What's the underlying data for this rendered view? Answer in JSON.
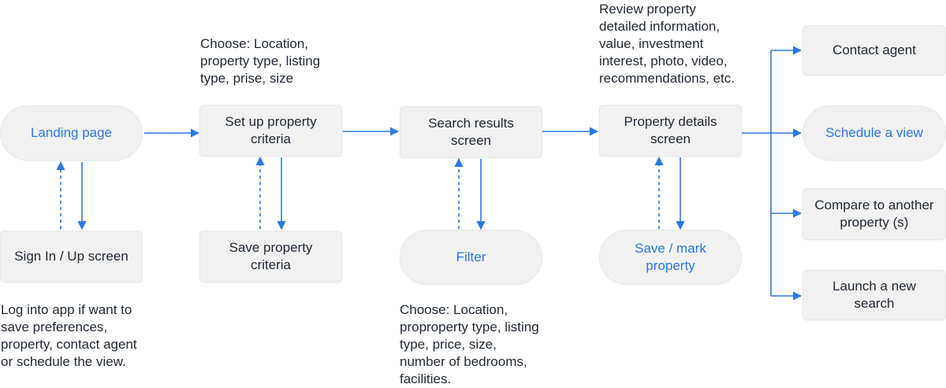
{
  "colors": {
    "accent": "#2b78e4",
    "node_bg": "#f1f1f1",
    "text": "#222a36"
  },
  "nodes": {
    "landing": "Landing page",
    "signin": "Sign In / Up screen",
    "setup": "Set up property\ncriteria",
    "save_criteria": "Save property\ncriteria",
    "search_results": "Search results\nscreen",
    "filter": "Filter",
    "details": "Property details\nscreen",
    "save_mark": "Save / mark\nproperty",
    "contact_agent": "Contact agent",
    "schedule_view": "Schedule a view",
    "compare": "Compare to another\nproperty (s)",
    "new_search": "Launch a new\nsearch"
  },
  "notes": {
    "setup_choose": "Choose: Location,\nproperty type, listing\ntype, prise, size",
    "details_review": "Review property\ndetailed information,\nvalue, investment\ninterest, photo, video,\nrecommendations, etc.",
    "signin_note": "Log into app if want to\nsave preferences,\nproperty, contact agent\nor schedule the view.",
    "filter_choose": "Choose: Location,\nproproperty type, listing\ntype, price, size,\nnumber of bedrooms,\nfacilities."
  }
}
